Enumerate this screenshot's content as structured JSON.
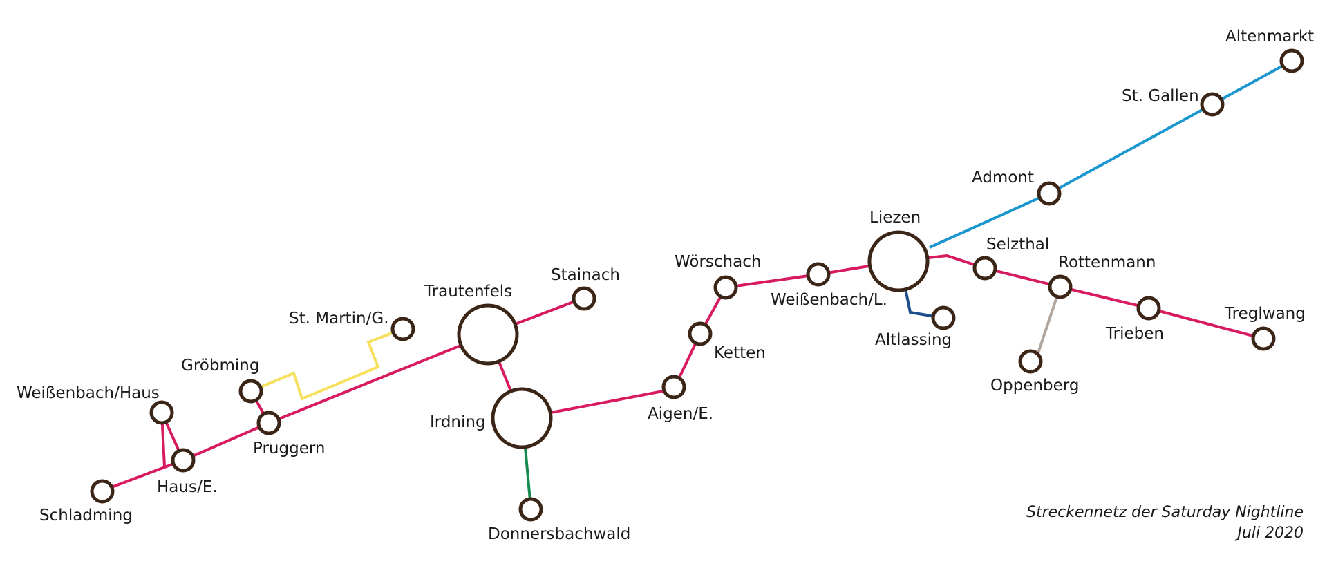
{
  "lines": {
    "main": {
      "color": "#d81b60"
    },
    "admont": {
      "color": "#1b96ce"
    },
    "altlassing": {
      "color": "#1f4e8c"
    },
    "donnersbach": {
      "color": "#138a4f"
    },
    "oppenberg": {
      "color": "#b1a59c"
    },
    "st_martin": {
      "color": "#f6e05e"
    }
  },
  "stations": {
    "altenmarkt": "Altenmarkt",
    "st_gallen": "St. Gallen",
    "admont": "Admont",
    "liezen": "Liezen",
    "selzthal": "Selzthal",
    "rottenmann": "Rottenmann",
    "treglwang": "Treglwang",
    "trieben": "Trieben",
    "oppenberg": "Oppenberg",
    "altlassing": "Altlassing",
    "weissenbach_l": "Weißenbach/L.",
    "woerschach": "Wörschach",
    "ketten": "Ketten",
    "aigen": "Aigen/E.",
    "stainach": "Stainach",
    "trautenfels": "Trautenfels",
    "irdning": "Irdning",
    "donnersbachwald": "Donnersbachwald",
    "st_martin": "St. Martin/G.",
    "groebming": "Gröbming",
    "pruggern": "Pruggern",
    "weissenbach_haus": "Weißenbach/Haus",
    "haus": "Haus/E.",
    "schladming": "Schladming"
  },
  "caption": {
    "line1": "Streckennetz der Saturday Nightline",
    "line2": "Juli 2020"
  }
}
